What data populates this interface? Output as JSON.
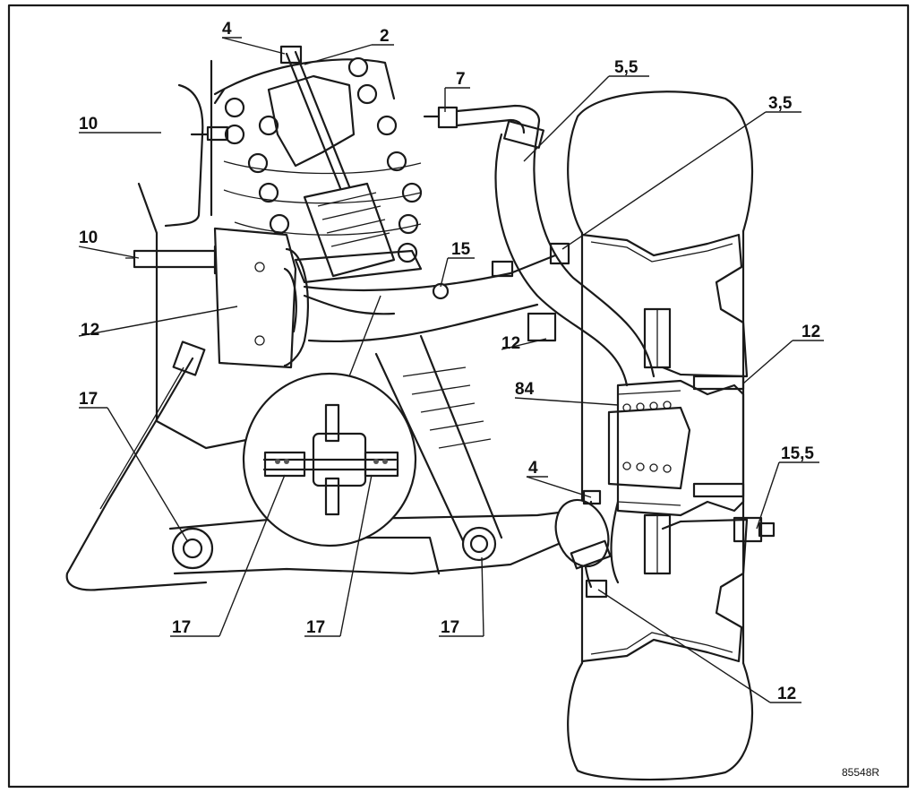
{
  "diagram": {
    "labels": [
      {
        "id": "lbl-4-top",
        "text": "4"
      },
      {
        "id": "lbl-2",
        "text": "2"
      },
      {
        "id": "lbl-7",
        "text": "7"
      },
      {
        "id": "lbl-5-5",
        "text": "5,5"
      },
      {
        "id": "lbl-3-5",
        "text": "3,5"
      },
      {
        "id": "lbl-10-top",
        "text": "10"
      },
      {
        "id": "lbl-10-mid",
        "text": "10"
      },
      {
        "id": "lbl-15",
        "text": "15"
      },
      {
        "id": "lbl-12-left",
        "text": "12"
      },
      {
        "id": "lbl-12-center",
        "text": "12"
      },
      {
        "id": "lbl-12-right",
        "text": "12"
      },
      {
        "id": "lbl-84",
        "text": "84"
      },
      {
        "id": "lbl-17-left",
        "text": "17"
      },
      {
        "id": "lbl-4-lower",
        "text": "4"
      },
      {
        "id": "lbl-15-5",
        "text": "15,5"
      },
      {
        "id": "lbl-17-b1",
        "text": "17"
      },
      {
        "id": "lbl-17-b2",
        "text": "17"
      },
      {
        "id": "lbl-17-b3",
        "text": "17"
      },
      {
        "id": "lbl-12-bottom",
        "text": "12"
      }
    ],
    "reference": "85548R"
  }
}
